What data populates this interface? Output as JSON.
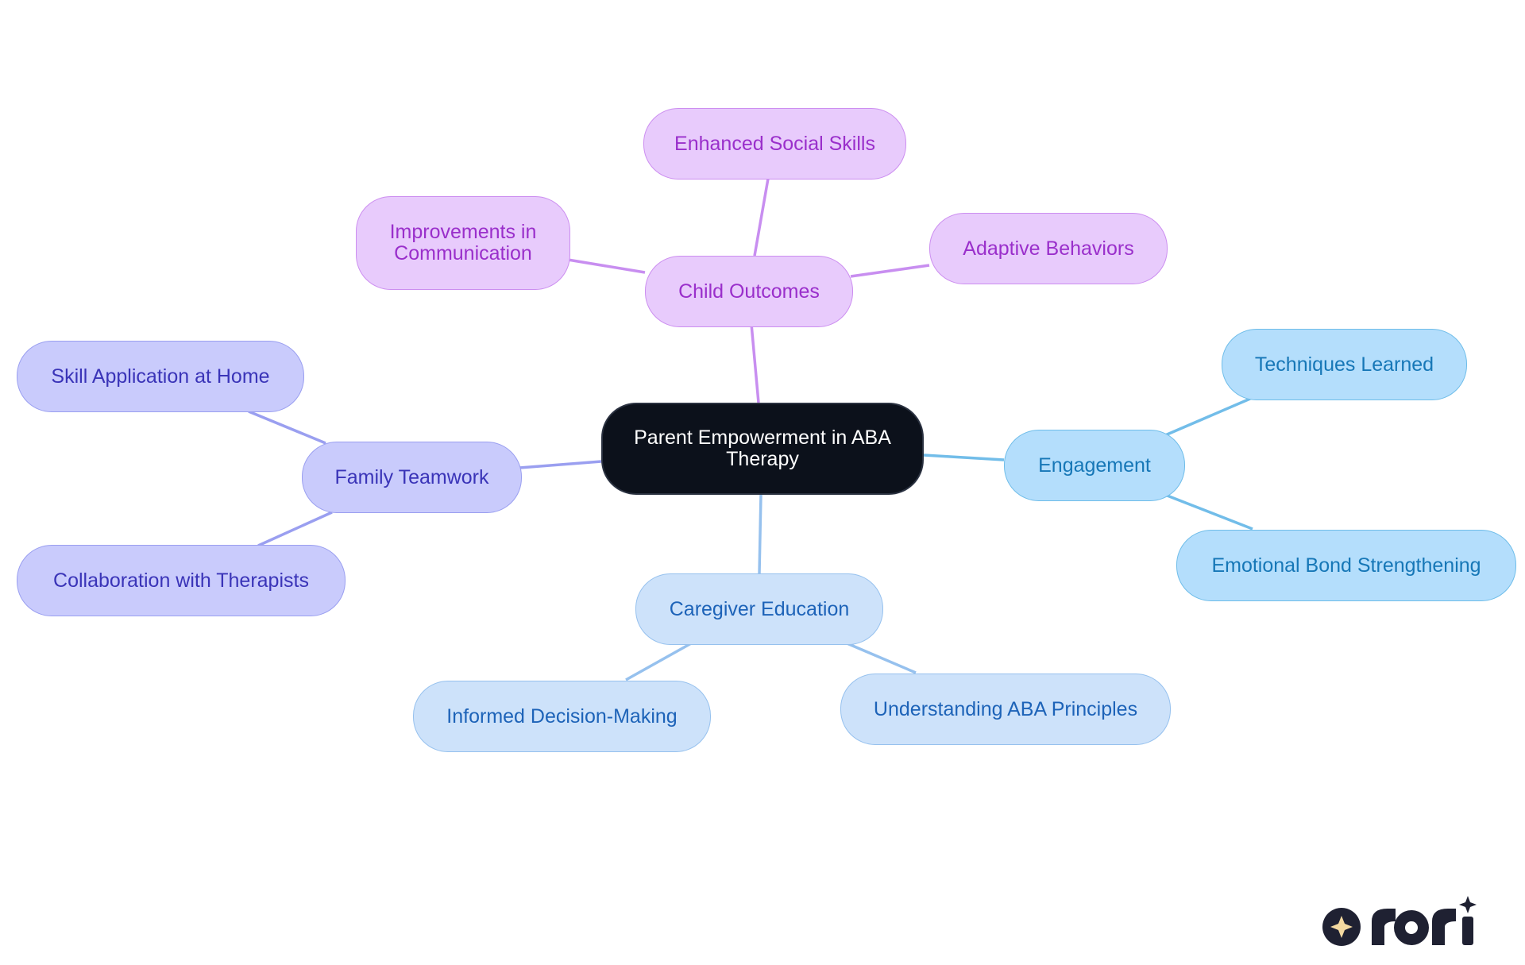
{
  "mindmap": {
    "root": "Parent Empowerment in ABA Therapy",
    "branches": {
      "child_outcomes": {
        "label": "Child Outcomes",
        "children": [
          "Enhanced Social Skills",
          "Improvements in Communication",
          "Adaptive Behaviors"
        ]
      },
      "engagement": {
        "label": "Engagement",
        "children": [
          "Techniques Learned",
          "Emotional Bond Strengthening"
        ]
      },
      "caregiver_education": {
        "label": "Caregiver Education",
        "children": [
          "Informed Decision-Making",
          "Understanding ABA Principles"
        ]
      },
      "family_teamwork": {
        "label": "Family Teamwork",
        "children": [
          "Skill Application at Home",
          "Collaboration with Therapists"
        ]
      }
    }
  },
  "colors": {
    "root": "#0c111b",
    "child_outcomes": "#e8cbfc",
    "engagement": "#b4defc",
    "caregiver_education": "#cde2fa",
    "family_teamwork": "#c9cbfc"
  },
  "logo": {
    "icon": "sparkle-icon"
  }
}
